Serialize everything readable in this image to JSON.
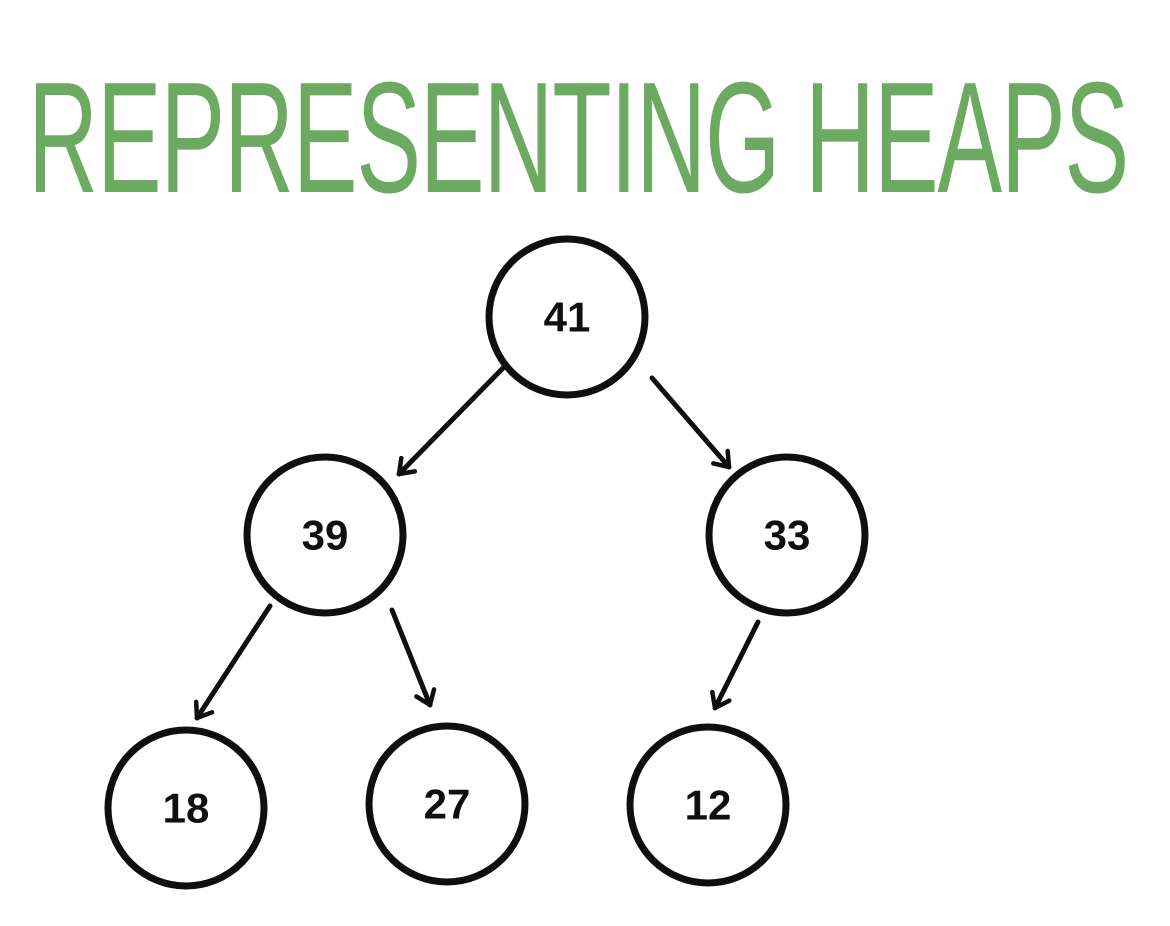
{
  "title": {
    "text": "REPRESENTING HEAPS",
    "color": "#6caa61"
  },
  "diagram": {
    "type": "binary-tree",
    "description": "Heap shown as a binary tree of node values",
    "stroke_color": "#0f0f0f",
    "node_fill": "#ffffff",
    "nodes": [
      {
        "id": "root",
        "value": "41"
      },
      {
        "id": "L",
        "value": "39"
      },
      {
        "id": "R",
        "value": "33"
      },
      {
        "id": "LL",
        "value": "18"
      },
      {
        "id": "LR",
        "value": "27"
      },
      {
        "id": "RL",
        "value": "12"
      }
    ],
    "edges": [
      {
        "from": "root",
        "to": "L"
      },
      {
        "from": "root",
        "to": "R"
      },
      {
        "from": "L",
        "to": "LL"
      },
      {
        "from": "L",
        "to": "LR"
      },
      {
        "from": "R",
        "to": "RL"
      }
    ]
  }
}
